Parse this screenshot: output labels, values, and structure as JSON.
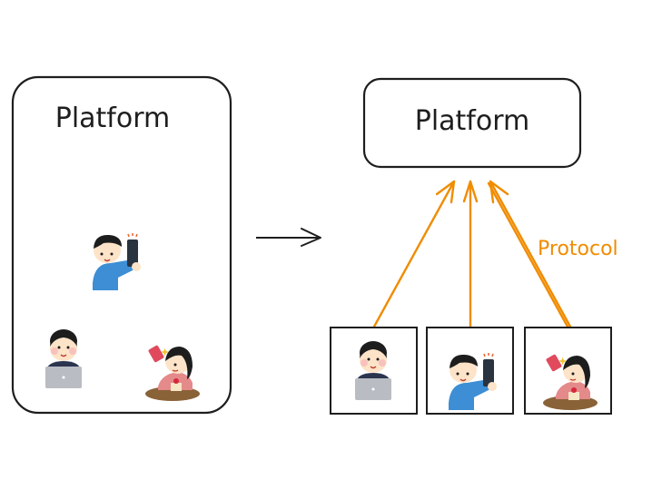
{
  "left_panel": {
    "title": "Platform",
    "users": [
      {
        "name": "selfie-man",
        "label": "Man taking selfie with smartphone"
      },
      {
        "name": "laptop-man",
        "label": "Man working on laptop"
      },
      {
        "name": "cafe-woman",
        "label": "Woman taking selfie at cafe with cake"
      }
    ]
  },
  "transition_arrow": {
    "label": ""
  },
  "right_panel": {
    "title": "Platform",
    "protocol_label": "Protocol",
    "users": [
      {
        "name": "laptop-man",
        "label": "Man working on laptop"
      },
      {
        "name": "selfie-man",
        "label": "Man taking selfie with smartphone"
      },
      {
        "name": "cafe-woman",
        "label": "Woman taking selfie at cafe with cake"
      }
    ]
  },
  "colors": {
    "stroke": "#1e1e1e",
    "protocol": "#f08c00",
    "shirt_blue": "#3d8ed4",
    "shirt_pink": "#e48a8a",
    "laptop": "#b9bcc2",
    "phone_dark": "#2a3340",
    "phone_red": "#e04a5c",
    "skin": "#fde3c8",
    "hair": "#1d1d1d",
    "table": "#8a6238"
  }
}
